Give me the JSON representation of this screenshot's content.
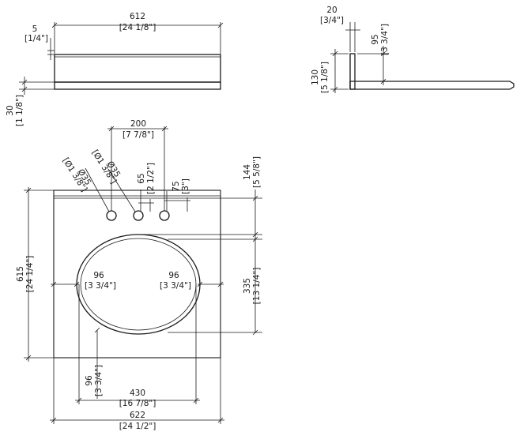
{
  "top_view": {
    "width_mm": "612",
    "width_in": "[24 1/8\"]",
    "lip_mm": "5",
    "lip_in": "[1/4\"]",
    "thickness_mm": "30",
    "thickness_in": "[1 1/8\"]"
  },
  "side_view": {
    "back_mm": "20",
    "back_in": "[3/4\"]",
    "splash_mm": "95",
    "splash_in": "[3 3/4\"]",
    "height_mm": "130",
    "height_in": "[5 1/8\"]"
  },
  "plan_view": {
    "faucet_spacing_mm": "200",
    "faucet_spacing_in": "[7 7/8\"]",
    "hole_a_mm": "Ø35",
    "hole_a_in": "[Ø1 3/8\"]",
    "hole_b_mm": "Ø35",
    "hole_b_in": "[Ø1 3/8\"]",
    "offset_65_mm": "65",
    "offset_65_in": "[2 1/2\"]",
    "offset_75_mm": "75",
    "offset_75_in": "[3\"]",
    "top_144_mm": "144",
    "top_144_in": "[5 5/8\"]",
    "depth_mm": "615",
    "depth_in": "[24 1/4\"]",
    "bowl_left_mm": "96",
    "bowl_left_in": "[3 3/4\"]",
    "bowl_right_mm": "96",
    "bowl_right_in": "[3 3/4\"]",
    "bowl_depth_mm": "335",
    "bowl_depth_in": "[13 1/4\"]",
    "bowl_bottom_mm": "96",
    "bowl_bottom_in": "[3 3/4\"]",
    "bowl_width_mm": "430",
    "bowl_width_in": "[16 7/8\"]",
    "total_width_mm": "622",
    "total_width_in": "[24 1/2\"]"
  }
}
